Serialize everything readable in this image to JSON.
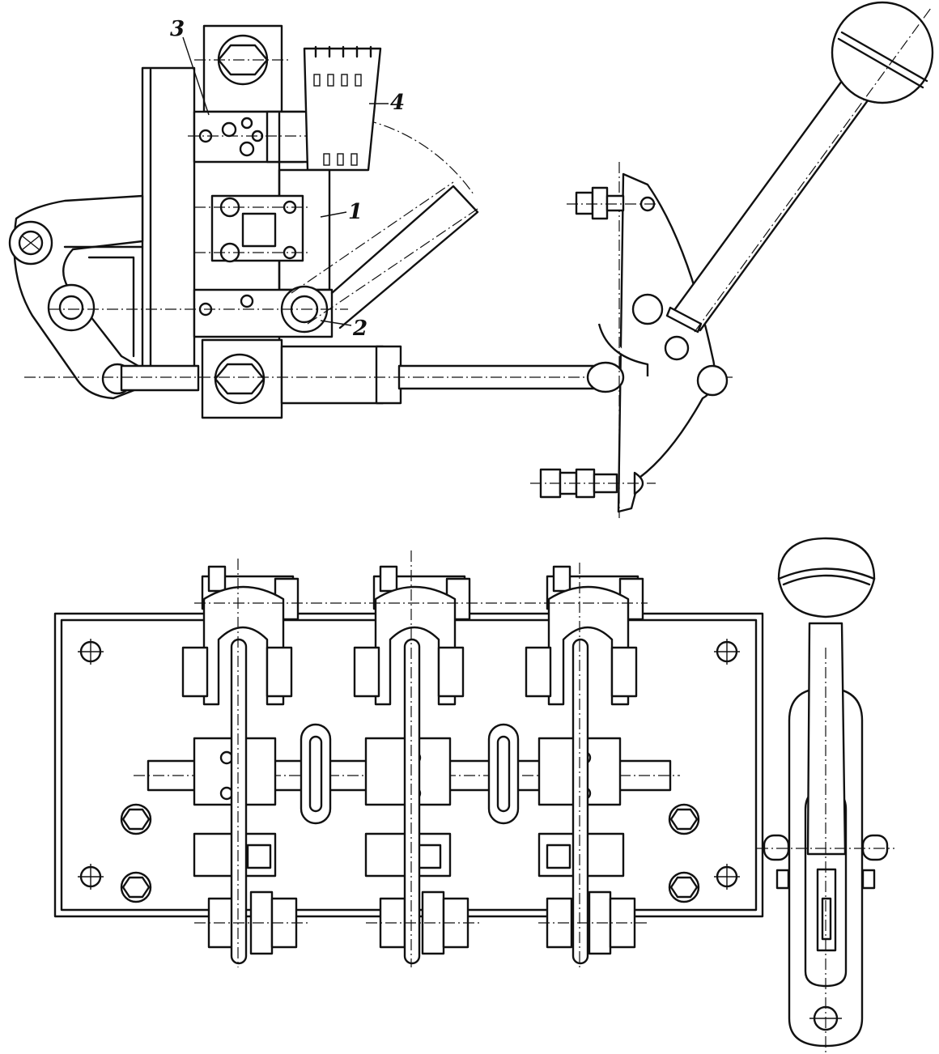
{
  "figure": {
    "callouts": [
      {
        "id": "callout-1",
        "text": "1"
      },
      {
        "id": "callout-2",
        "text": "2"
      },
      {
        "id": "callout-3",
        "text": "3"
      },
      {
        "id": "callout-4",
        "text": "4"
      }
    ]
  }
}
